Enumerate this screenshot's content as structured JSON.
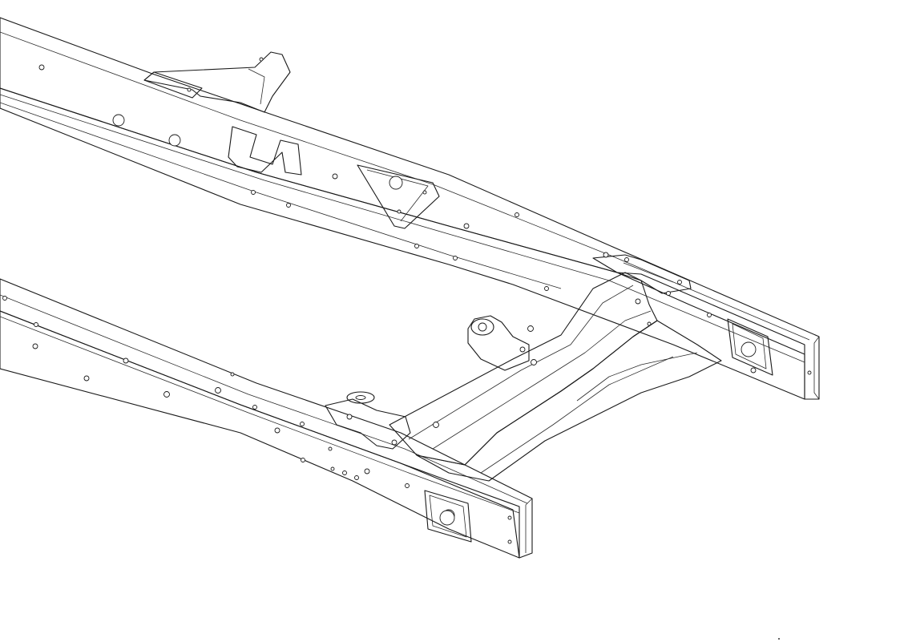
{
  "viewport": {
    "background": "#ffffff",
    "part_fill": "#dcdff1",
    "part_fill_shade": "#c9cde6",
    "part_fill_light": "#e6e8f6",
    "edge_color": "#1a1a1a"
  },
  "model": {
    "parts": [
      "upper-side-rail",
      "lower-side-rail",
      "rear-cross-member",
      "upper-rail-mount-bracket",
      "upper-rail-spring-bracket",
      "upper-rail-gusset",
      "left-shock-mount",
      "right-shock-mount",
      "upper-rail-end-plate",
      "lower-rail-end-plate"
    ]
  }
}
